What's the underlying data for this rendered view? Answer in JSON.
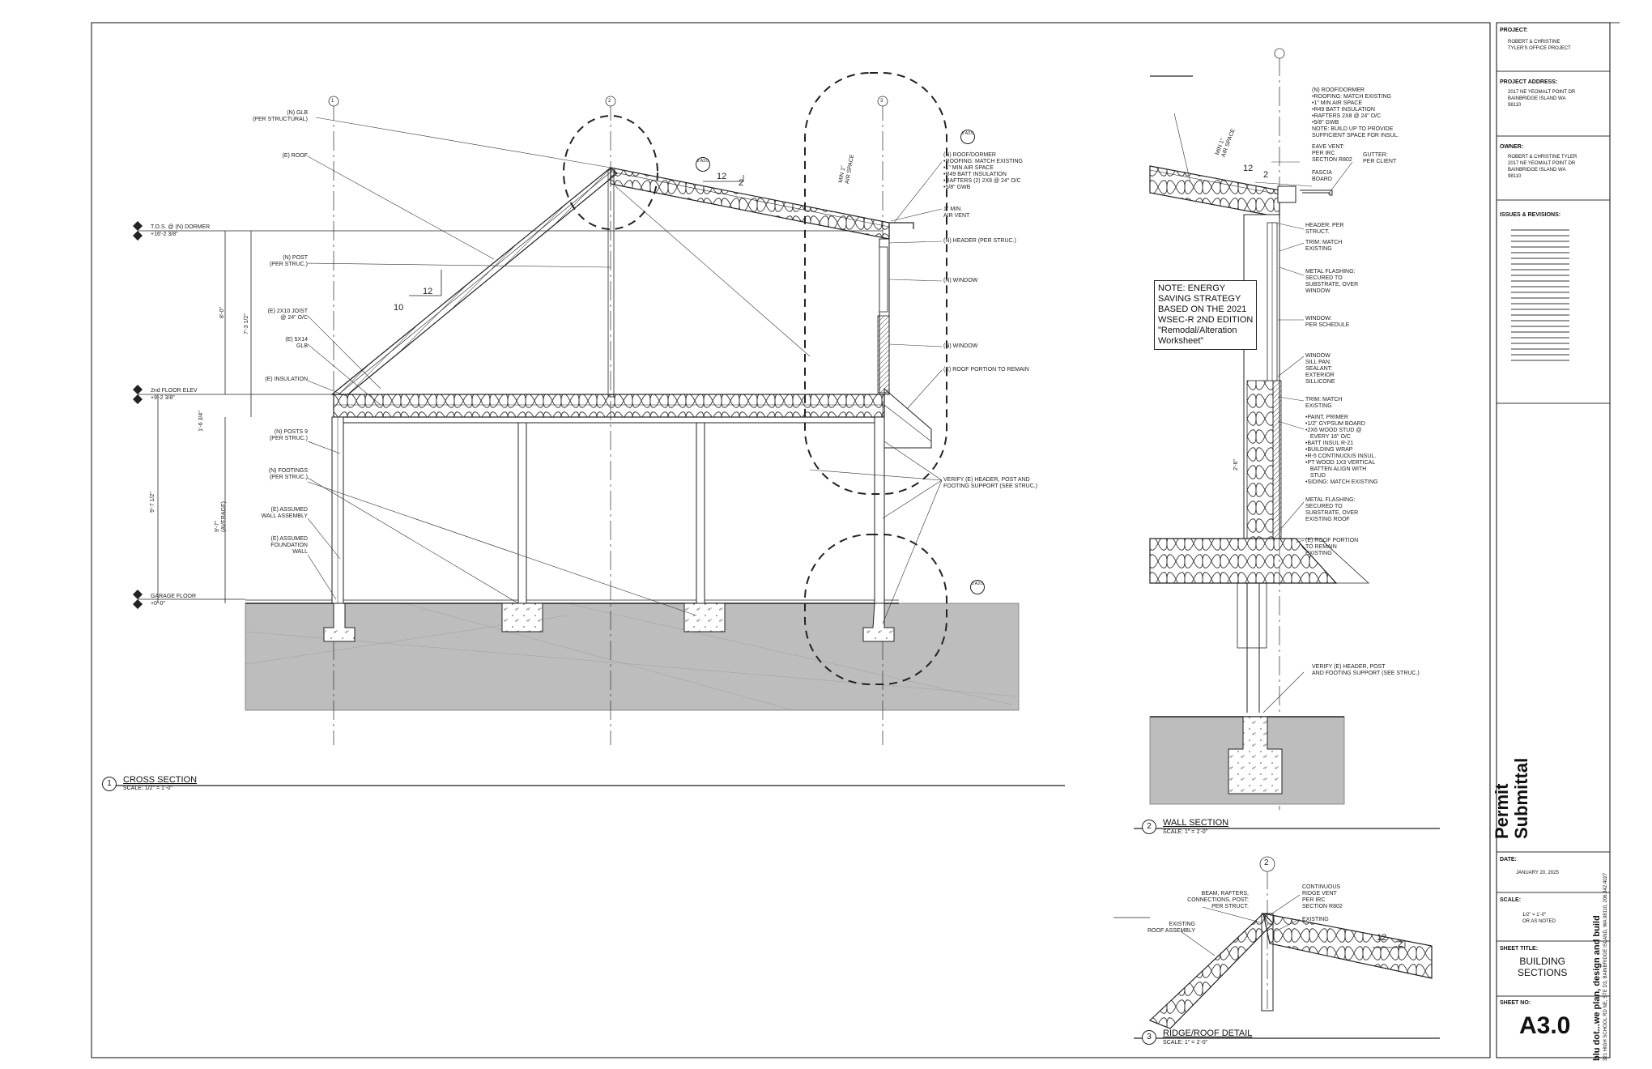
{
  "project": {
    "label": "PROJECT:",
    "text": "ROBERT & CHRISTINE\nTYLER'S OFFICE PROJECT"
  },
  "address": {
    "label": "PROJECT ADDRESS:",
    "text": "2017 NE YEOMALT POINT DR\nBAINBRIDGE ISLAND WA\n98110"
  },
  "owner": {
    "label": "OWNER:",
    "text": "ROBERT & CHRISTINE TYLER\n2017 NE YEOMALT POINT DR\nBAINBRIDGE ISLAND WA\n98110"
  },
  "issues": {
    "label": "ISSUES & REVISIONS:"
  },
  "permit": {
    "text": "Permit\nSubmittal"
  },
  "date": {
    "label": "DATE:",
    "value": "JANUARY 20, 2025"
  },
  "scale": {
    "label": "SCALE:",
    "value": "1/2\" = 1'-0\"\nOR AS NOTED"
  },
  "sheet_title": {
    "label": "SHEET TITLE:",
    "value": "BUILDING\nSECTIONS"
  },
  "sheet_no": {
    "label": "SHEET NO:",
    "value": "A3.0"
  },
  "firm": {
    "name": "blu dot...we plan, design and build",
    "address": "321 HIGH SCHOOL RD NE, STE D3, BAINBRIDGE ISLAND, WA 98110, 206.842.4027"
  },
  "grid": {
    "one": "1",
    "two": "2",
    "three": "3"
  },
  "cross_section": {
    "title": "CROSS SECTION",
    "scale": "SCALE: 1/2\" = 1'-0\"",
    "num": "1",
    "labels": {
      "glb": "(N) GLB\n(PER STRUCTURAL)",
      "roof": "(E) ROOF",
      "tos": "T.O.S. @ (N) DORMER",
      "tos_elev": "+16'-2 3/8\"",
      "post": "(N) POST\n(PER STRUC.)",
      "joist": "(E) 2X10 JOIST\n@ 24\" O/C",
      "glb514": "(E) 5X14\nGLB",
      "insulation": "(E) INSULATION",
      "floor2": "2nd FLOOR ELEV",
      "floor2_elev": "+9'-2 3/8\"",
      "posts9": "(N) POSTS 9\n(PER STRUC.)",
      "footings": "(N) FOOTINGS\n(PER STRUC.)",
      "wall_asm": "(E) ASSUMED\nWALL ASSEMBLY",
      "found": "(E) ASSUMED\nFOUNDATION\nWALL",
      "garage": "GARAGE FLOOR",
      "garage_elev": "+0'-0\"",
      "roof_dormer": "(N) ROOF/DORMER\n•ROOFING: MATCH EXISTING\n•1\" MIN AIR SPACE\n•R49 BATT INSULATION\n•RAFTERS (2) 2X8 @ 24\" O/C\n•5/8\" GWB",
      "min_air": "1\" MIN.\nAIR VENT",
      "header": "(N) HEADER (PER STRUC.)",
      "window1": "(N) WINDOW",
      "window2": "(N) WINDOW",
      "roof_remain": "(E) ROOF PORTION TO REMAIN",
      "verify": "VERIFY (E) HEADER, POST AND\nFOOTING SUPPORT (SEE STRUC.)",
      "air_space": "MIN 1\"\nAIR SPACE",
      "pitch_run": "12",
      "pitch_rise": "2",
      "pitch_run2": "12",
      "pitch_rise2": "10",
      "dim_a": "8'-0\"",
      "dim_b": "7'-3 1/2\"",
      "dim_c": "1'-6 3/4\"",
      "dim_d": "9'-7\"\n(AVERAGE)",
      "dim_e": "9'-7 1/2\"",
      "tag_2": "2\nA3.0",
      "tag_3": "3\nA3.0"
    }
  },
  "wall_section": {
    "title": "WALL SECTION",
    "scale": "SCALE: 1\" = 1'-0\"",
    "num": "2",
    "note": "NOTE: ENERGY\nSAVING STRATEGY\nBASED ON THE 2021\nWSEC-R 2ND EDITION\n\"Remodal/Alteration\nWorksheet\"",
    "labels": {
      "roof_dormer": "(N) ROOF/DORMER\n•ROOFING: MATCH EXISTING\n•1\" MIN AIR SPACE\n•R49 BATT INSULATION\n•RAFTERS 2X8 @ 24\" O/C\n•5/8\" GWB\nNOTE: BUILD UP TO PROVIDE\nSUFFICIENT SPACE FOR INSUL.",
      "eave": "EAVE VENT:\nPER IRC\nSECTION R802",
      "fascia": "FASCIA\nBOARD",
      "gutter": "GUTTER:\nPER CLIENT",
      "air_space": "MIN 1\"\nAIR SPACE",
      "header": "HEADER: PER\nSTRUCT.",
      "trim": "TRIM: MATCH\nEXISTING",
      "flashing": "METAL FLASHING:\nSECURED TO\nSUBSTRATE, OVER\nWINDOW",
      "window": "WINDOW:\nPER SCHEDULE",
      "sill": "WINDOW\nSILL PAN:\nSEALANT:\nEXTERIOR\nSILLICONE",
      "trim2": "TRIM: MATCH\nEXISTING",
      "wall": "•PAINT, PRIMER\n•1/2\" GYPSUM BOARD\n•2X6 WOOD STUD @\n   EVERY 16\" O/C\n•BATT INSUL R-21\n•BUILDING WRAP\n•R-5 CONTINUOUS INSUL.\n•PT WOOD 1X3 VERTICAL\n   BATTEN ALIGN WITH\n   STUD\n•SIDING: MATCH EXISTING",
      "flashing2": "METAL FLASHING:\nSECURED TO\nSUBSTRATE, OVER\nEXISTING ROOF",
      "roof_remain": "(E) ROOF PORTION\nTO REMAIN\nEXISTING",
      "verify": "VERIFY (E) HEADER, POST\nAND FOOTING SUPPORT (SEE STRUC.)",
      "pitch_run": "12",
      "pitch_rise": "2",
      "dim": "2'-6\""
    }
  },
  "ridge_detail": {
    "title": "RIDGE/ROOF DETAIL",
    "scale": "SCALE: 1\" = 1'-0\"",
    "num": "3",
    "labels": {
      "beam": "BEAM, RAFTERS,\nCONNECTIONS, POST:\nPER STRUCT.",
      "existing": "EXISTING\nROOF ASSEMBLY",
      "ridge": "CONTINUOUS\nRIDGE VENT\nPER IRC\nSECTION R802",
      "existing2": "EXISTING",
      "pitch_run": "12",
      "pitch_rise": "2"
    }
  }
}
